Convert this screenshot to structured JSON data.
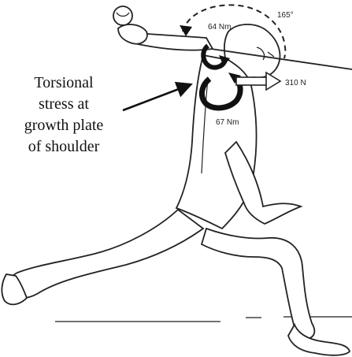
{
  "callout": {
    "lines": [
      "Torsional",
      "stress at",
      "growth plate",
      "of shoulder"
    ]
  },
  "annotations": {
    "torque_upper": "64 Nm",
    "angle": "165°",
    "force": "310 N",
    "torque_lower": "67 Nm"
  },
  "colors": {
    "ink": "#1a1a1a",
    "background": "#ffffff"
  }
}
